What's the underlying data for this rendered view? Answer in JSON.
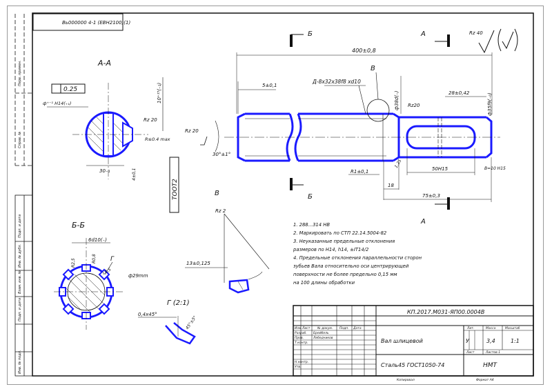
{
  "top_stamp": "Вь000000 4-1 (ЕВН2100)(1)",
  "side_labels": [
    "Перв. примен.",
    "Справ. №",
    "Подп. и дата",
    "Инв. № дубл.",
    "Взам. инв. №",
    "Подп. и дата",
    "Инв. № подл."
  ],
  "section_aa": {
    "title": "А-А",
    "box_value": "0.25",
    "size_h": "ф⁺⁻¹ H14(₊₁)",
    "width": "30₋₁",
    "r1": "R≤0.4 max",
    "dim_right": "10⁺¹⁵(₋₁)",
    "angle": "Rz 20",
    "depth": "4±0,1"
  },
  "stamp_box": "TOOT2",
  "section_bb": {
    "title": "Б-Б",
    "label_top": "6d10(₋)",
    "label_r": "R2,5",
    "label_r2": "R0,8",
    "label_mark": "Г",
    "label_d": "ф29mm",
    "label_l": "L0,5"
  },
  "detail_g": {
    "title": "Г (2:1)",
    "chamfer": "0,4х45°",
    "angle": "45°±5°"
  },
  "detail_v": {
    "title": "В",
    "rz": "Rz 2",
    "dim": "13±0,125"
  },
  "main_view": {
    "sec_b": "Б",
    "sec_a": "А",
    "overall": "400±0,8",
    "spline": "Д-8х32х38f8 хd10",
    "mark_v": "В",
    "left_chamfer": "5±0,1",
    "angle": "30°±1°",
    "dia1": "ф38d(₋)",
    "rz_right": "Rz20",
    "key_w": "28±0,42",
    "dia2": "ф35f9(₋₀)",
    "r_fillet": "R1±0,1",
    "len18": "18",
    "len50": "50H15",
    "len75": "75±0,3",
    "rz_main": "Rz 40",
    "rz_lower": "1,25",
    "small_right": "В=10 Н15"
  },
  "notes": [
    "1. 288...314 НВ",
    "2. Маркировать по СТП 22.14.5004-82",
    "3. Неуказанные предельные отклонения",
    "размеров по H14, h14, ±IT14/2",
    "4. Предельные отклонения параллельности сторон",
    "зубьев Вала относительно оси центрирующей",
    "поверхности не более предельно 0,15 мм",
    "на 100 длины обработки"
  ],
  "title_block": {
    "doc_code": "КП.2017.М031-ЯП00.0004В",
    "part_name": "Вал шлицевой",
    "material": "Сталь45 ГОСТ1050-74",
    "org": "НМТ",
    "letter": "У",
    "mass": "3,4",
    "scale": "1:1",
    "col_lit": "Лит.",
    "col_mass": "Масса",
    "col_scale": "Масштаб",
    "col_sheet": "Лист",
    "col_sheets": "Листов 1",
    "r_razrab": "Разраб.",
    "r_prov": "Пров.",
    "r_tkontr": "Т.контр.",
    "r_nkontr": "Н.контр.",
    "r_utv": "Утв.",
    "n1": "Брейбель",
    "n2": "Лебедчиков",
    "h_izm": "Изм.",
    "h_list": "Лист",
    "h_doc": "№ докум.",
    "h_podp": "Подп.",
    "h_data": "Дата",
    "copied": "Копировал",
    "format": "Формат А4"
  },
  "colors": {
    "stroke": "#111111",
    "highlight": "#1a1aff",
    "frame": "#222222"
  }
}
